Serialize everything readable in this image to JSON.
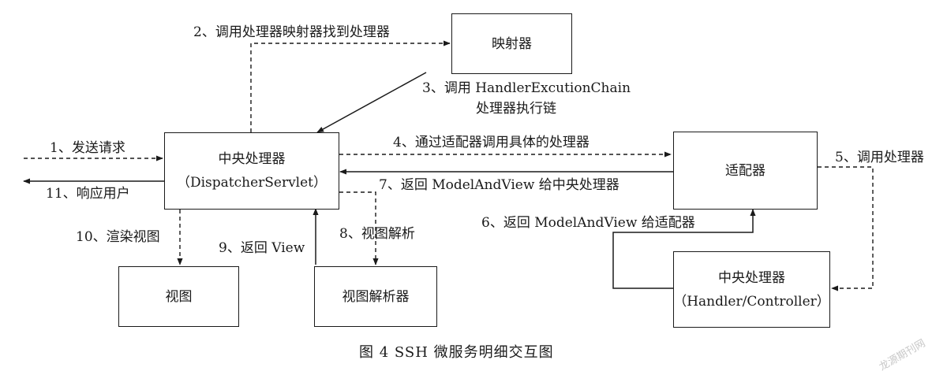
{
  "nodes": {
    "mapper": "映射器",
    "front_controller": {
      "line1": "中央处理器",
      "line2": "（DispatcherServlet）"
    },
    "adapter": "适配器",
    "handler": {
      "line1": "中央处理器",
      "line2": "（Handler/Controller）"
    },
    "view": "视图",
    "view_resolver": "视图解析器"
  },
  "edges": {
    "e1": "1、发送请求",
    "e2": "2、调用处理器映射器找到处理器",
    "e3_line1": "3、调用 HandlerExcutionChain",
    "e3_line2": "处理器执行链",
    "e4": "4、通过适配器调用具体的处理器",
    "e5": "5、调用处理器",
    "e6": "6、返回 ModelAndView 给适配器",
    "e7": "7、返回 ModelAndView 给中央处理器",
    "e8": "8、视图解析",
    "e9": "9、返回 View",
    "e10": "10、渲染视图",
    "e11": "11、响应用户"
  },
  "caption": "图 4   SSH 微服务明细交互图",
  "watermark": "龙源期刊网"
}
